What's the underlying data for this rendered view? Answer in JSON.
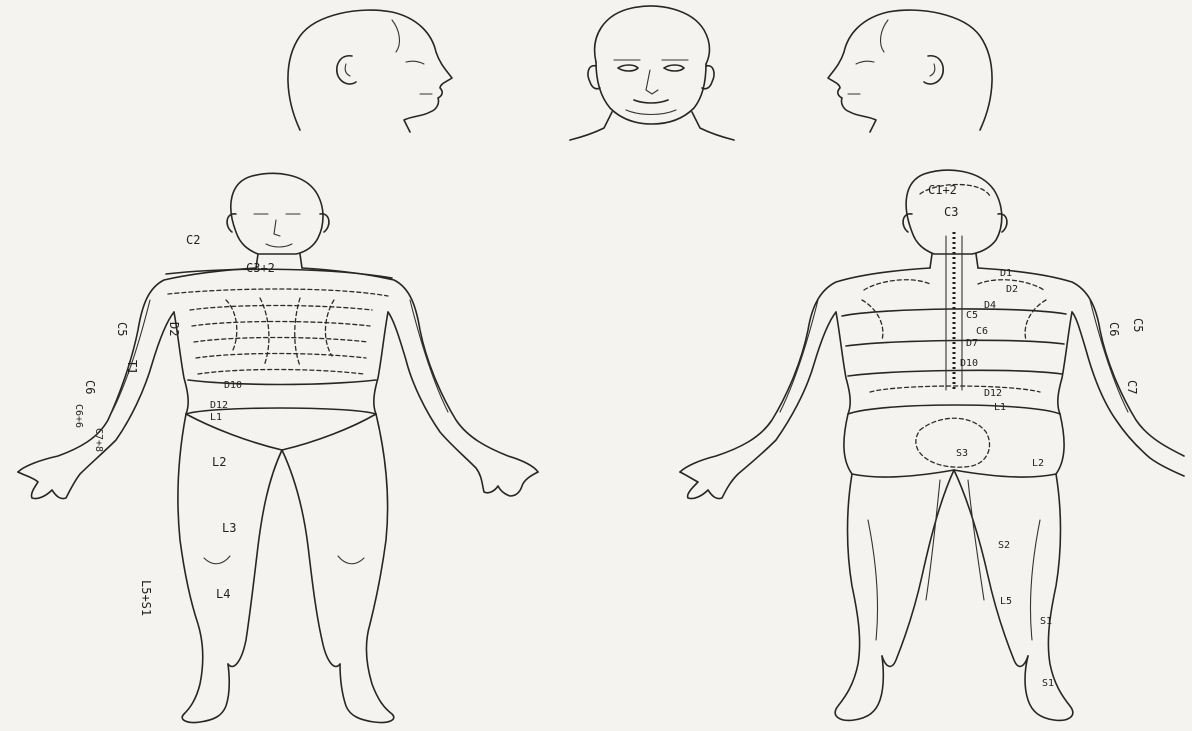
{
  "front_labels": {
    "c2": "C2",
    "c3_c4": "C3+2",
    "t2": "D2",
    "c5": "C5",
    "t1": "T1",
    "c6": "C6",
    "c6b": "C6+6",
    "c7_c8": "C7+8",
    "t10": "D10",
    "t12": "D12",
    "l1": "L1",
    "l2": "L2",
    "l3": "L3",
    "l4": "L4",
    "l5_s1": "L5+S1"
  },
  "back_labels": {
    "c1_c2": "C1+2",
    "c3": "C3",
    "d1": "D1",
    "d2": "D2",
    "d4": "D4",
    "c5": "C5",
    "c6": "C6",
    "d7": "D7",
    "d10": "D10",
    "d12": "D12",
    "l1": "L1",
    "c5_arm": "C5",
    "c6_arm": "C6",
    "c7": "C7",
    "s3": "S3",
    "l2": "L2",
    "s2": "S2",
    "s1": "S1",
    "l5": "L5",
    "s1_foot": "S1"
  }
}
